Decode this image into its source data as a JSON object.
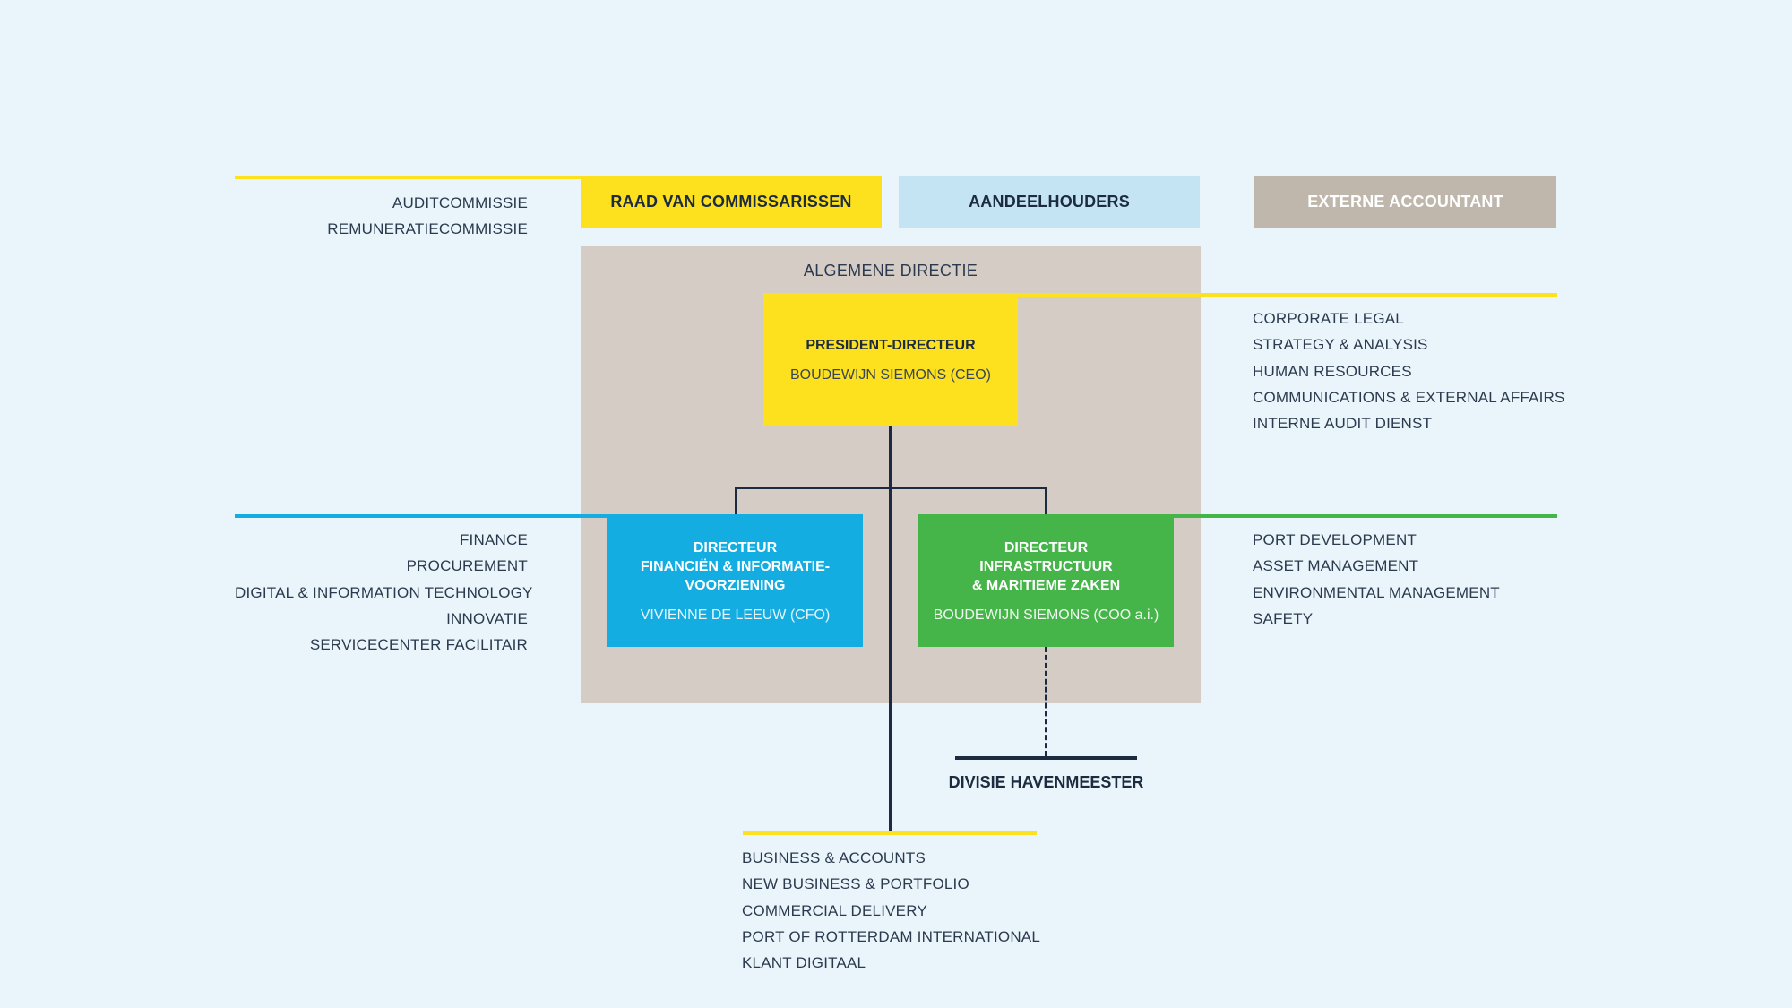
{
  "top": {
    "raad_van_commissarissen": "RAAD VAN COMMISSARISSEN",
    "aandeelhouders": "AANDEELHOUDERS",
    "externe_accountant": "EXTERNE ACCOUNTANT"
  },
  "commissies": [
    "AUDITCOMMISSIE",
    "REMUNERATIECOMMISSIE"
  ],
  "algemene_directie": {
    "label": "ALGEMENE DIRECTIE",
    "president": {
      "title": "PRESIDENT-DIRECTEUR",
      "name": "BOUDEWIJN SIEMONS (CEO)"
    },
    "cfo": {
      "title_lines": [
        "DIRECTEUR",
        "FINANCIËN & INFORMATIE-",
        "VOORZIENING"
      ],
      "name": "VIVIENNE DE LEEUW (CFO)"
    },
    "coo": {
      "title_lines": [
        "DIRECTEUR",
        "INFRASTRUCTUUR",
        "& MARITIEME ZAKEN"
      ],
      "name": "BOUDEWIJN SIEMONS (COO a.i.)"
    }
  },
  "ceo_units": [
    "CORPORATE LEGAL",
    "STRATEGY & ANALYSIS",
    "HUMAN RESOURCES",
    "COMMUNICATIONS & EXTERNAL AFFAIRS",
    "INTERNE AUDIT DIENST"
  ],
  "cfo_units": [
    "FINANCE",
    "PROCUREMENT",
    "DIGITAL & INFORMATION TECHNOLOGY",
    "INNOVATIE",
    "SERVICECENTER FACILITAIR"
  ],
  "coo_units": [
    "PORT DEVELOPMENT",
    "ASSET MANAGEMENT",
    "ENVIRONMENTAL MANAGEMENT",
    "SAFETY"
  ],
  "divisie_havenmeester": "DIVISIE HAVENMEESTER",
  "commercial_units": [
    "BUSINESS & ACCOUNTS",
    "NEW BUSINESS & PORTFOLIO",
    "COMMERCIAL DELIVERY",
    "PORT OF ROTTERDAM INTERNATIONAL",
    "KLANT DIGITAAL"
  ],
  "colors": {
    "background": "#eaf5fb",
    "yellow": "#fde11e",
    "light_blue": "#c4e4f4",
    "taupe": "#bfb6ac",
    "directie_bg": "#d4ccc5",
    "cyan": "#14ade1",
    "green": "#45b449",
    "navy": "#1c2b40",
    "text": "#2b3a4e"
  }
}
